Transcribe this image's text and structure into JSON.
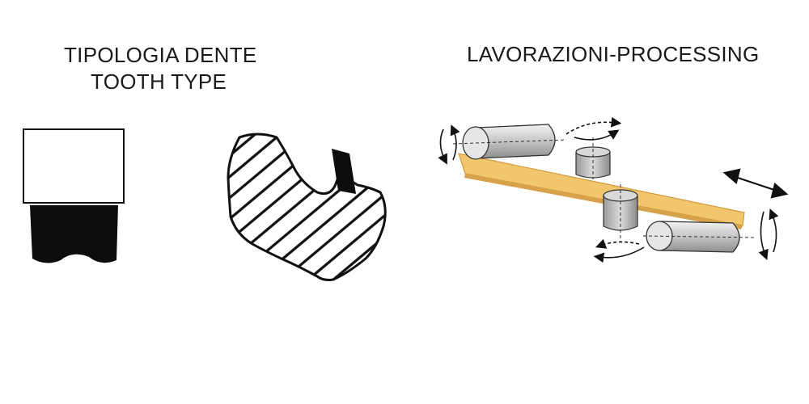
{
  "titles": {
    "tooth_type_it": "TIPOLOGIA DENTE",
    "tooth_type_en": "TOOTH TYPE",
    "processing": "LAVORAZIONI-PROCESSING"
  },
  "icons": {
    "flat_tooth": "flat-tooth-profile-icon",
    "hook_tooth": "hook-tooth-profile-icon",
    "rollers": "roller-processing-diagram"
  },
  "colors": {
    "board": "#f2c66c",
    "board_edge": "#d19a3c",
    "roller": "#c8c8c8",
    "ink": "#111111"
  }
}
